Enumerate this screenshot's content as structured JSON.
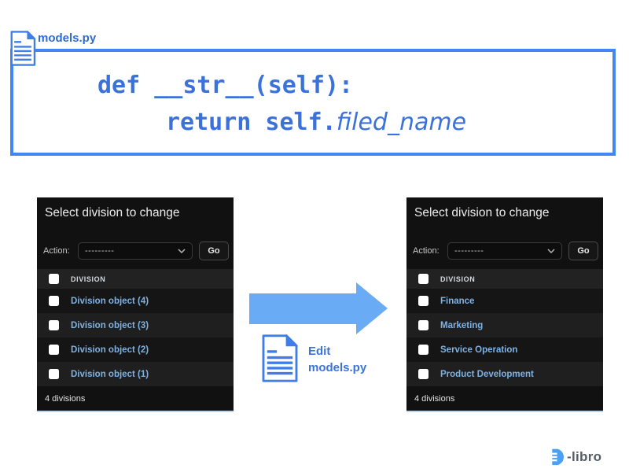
{
  "code_snippet": {
    "filename": "models.py",
    "line1": "def __str__(self):",
    "line2_prefix": "return self.",
    "line2_field": "filed_name"
  },
  "edit_step": {
    "line1": "Edit",
    "line2": "models.py"
  },
  "panel_before": {
    "title": "Select division to change",
    "action_label": "Action:",
    "action_value": "---------",
    "go_label": "Go",
    "column_header": "DIVISION",
    "rows": [
      "Division object (4)",
      "Division object (3)",
      "Division object (2)",
      "Division object (1)"
    ],
    "footer": "4 divisions"
  },
  "panel_after": {
    "title": "Select division to change",
    "action_label": "Action:",
    "action_value": "---------",
    "go_label": "Go",
    "column_header": "DIVISION",
    "rows": [
      "Finance",
      "Marketing",
      "Service Operation",
      "Product Development"
    ],
    "footer": "4 divisions"
  },
  "logo": {
    "name": "D-libro",
    "text_part": "-libro"
  },
  "icons": {
    "file_icon": "document-with-folded-corner",
    "chevron_icon": "chevron-down",
    "logo_icon": "stylized-letter-d"
  },
  "colors": {
    "box_border_blue": "#4285f4",
    "code_text_blue": "#3b72da",
    "arrow_blue": "#6aabf5",
    "admin_link_blue": "#7fb2e4",
    "panel_background": "#111111",
    "panel_bottom_line": "#b9d6ee",
    "logo_gray": "#545c66",
    "logo_blue": "#4aa0f5"
  }
}
